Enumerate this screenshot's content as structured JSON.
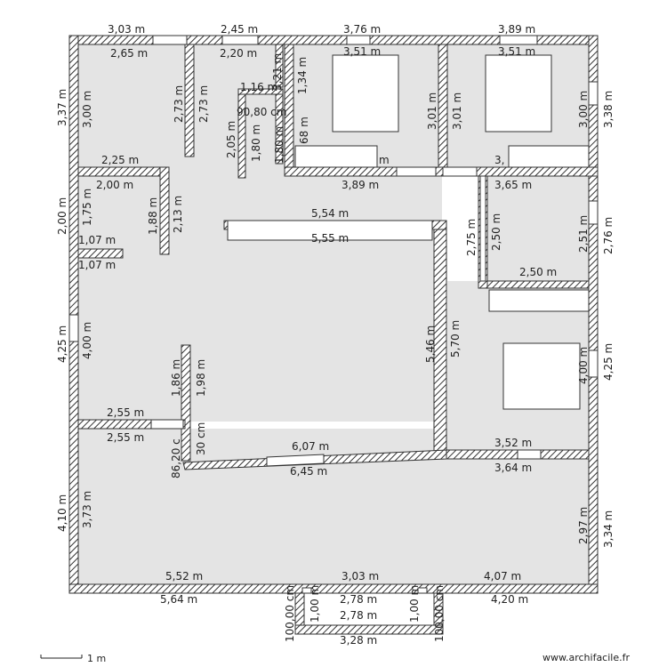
{
  "footer": {
    "scale_label": "1 m",
    "watermark": "www.archifacile.fr"
  },
  "dimensions": [
    "3,03 m",
    "2,65 m",
    "2,45 m",
    "2,20 m",
    "3,76 m",
    "3,51 m",
    "3,89 m",
    "3,51 m",
    "3,37 m",
    "3,00 m",
    "2,73 m",
    "2,73 m",
    "1,16 m",
    "90,80 cm",
    "3,21 m",
    "1,34 m",
    "2,05 m",
    "1,80 m",
    "1,80 m",
    "68 m",
    "m",
    "3,01 m",
    "3,01 m",
    "3,00 m",
    "3,38 m",
    "2,25 m",
    "2,00 m",
    "3,89 m",
    "3,",
    "3,65 m",
    "2,00 m",
    "1,75 m",
    "1,88 m",
    "2,13 m",
    "5,54 m",
    "5,55 m",
    "2,75 m",
    "2,50 m",
    "2,51 m",
    "2,76 m",
    "1,07 m",
    "1,07 m",
    "2,50 m",
    "4,25 m",
    "4,00 m",
    "5,46 m",
    "5,70 m",
    "1,86 m",
    "1,98 m",
    "4,00 m",
    "4,25 m",
    "2,55 m",
    "2,55 m",
    "30 cm",
    "86,20 c",
    "6,07 m",
    "6,45 m",
    "3,52 m",
    "3,64 m",
    "4,10 m",
    "3,73 m",
    "2,97 m",
    "3,34 m",
    "5,52 m",
    "3,03 m",
    "4,07 m",
    "5,64 m",
    "4,20 m",
    "2,78 m",
    "2,78 m",
    "100,00 cm",
    "100,00 cm",
    "1,00 m",
    "1,00 m",
    "3,28 m"
  ]
}
